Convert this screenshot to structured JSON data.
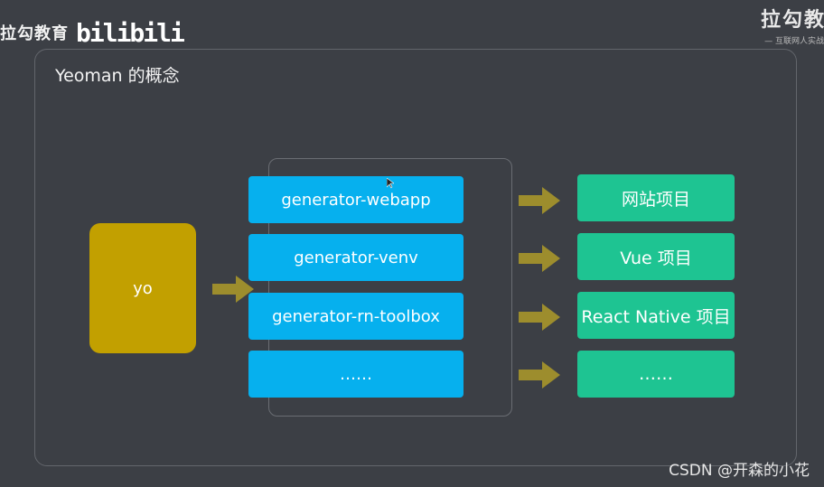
{
  "branding": {
    "left_text": "拉勾教育",
    "left_logo": "bilibili",
    "right_text": "拉勾教",
    "right_sub": "— 互联网人实战"
  },
  "slide": {
    "title": "Yeoman 的概念",
    "yo_label": "yo",
    "generators": [
      "generator-webapp",
      "generator-venv",
      "generator-rn-toolbox",
      "……"
    ],
    "projects": [
      "网站项目",
      "Vue 项目",
      "React Native 项目",
      "……"
    ]
  },
  "colors": {
    "background": "#3c3f45",
    "yo": "#c2a000",
    "generator": "#06b0ee",
    "project": "#1ec492",
    "arrow": "#9d8d2d"
  },
  "icons": {
    "arrow": "right-arrow-icon",
    "cursor": "mouse-cursor-icon"
  },
  "watermark": "CSDN @开森的小花"
}
